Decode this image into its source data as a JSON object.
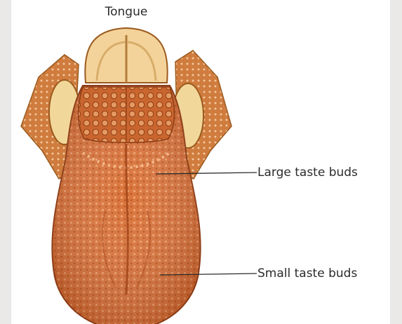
{
  "diagram": {
    "title": "Tongue",
    "labels": {
      "large_taste_buds": "Large taste buds",
      "small_taste_buds": "Small taste buds"
    }
  },
  "colors": {
    "tongue": "#d9733a",
    "tongue_dark": "#a9471c",
    "tissue_cream": "#f2d79a",
    "tissue_outline": "#9b5a1e",
    "frame": "#ebe9e7"
  }
}
